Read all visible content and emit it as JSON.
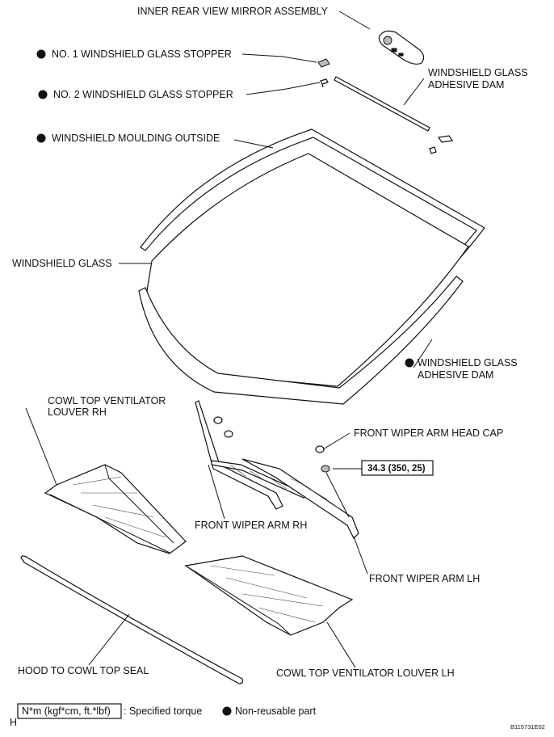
{
  "labels": {
    "mirror": "INNER REAR VIEW MIRROR ASSEMBLY",
    "stopper1": "NO. 1 WINDSHIELD GLASS STOPPER",
    "stopper2": "NO. 2 WINDSHIELD GLASS STOPPER",
    "dam_top_1": "WINDSHIELD GLASS",
    "dam_top_2": "ADHESIVE DAM",
    "moulding": "WINDSHIELD MOULDING OUTSIDE",
    "glass": "WINDSHIELD GLASS",
    "dam_bot_1": "WINDSHIELD GLASS",
    "dam_bot_2": "ADHESIVE DAM",
    "louver_rh_1": "COWL TOP VENTILATOR",
    "louver_rh_2": "LOUVER RH",
    "head_cap": "FRONT WIPER ARM HEAD CAP",
    "torque": "34.3 (350, 25)",
    "arm_rh": "FRONT WIPER ARM RH",
    "arm_lh": "FRONT WIPER ARM LH",
    "hood_seal": "HOOD TO COWL TOP SEAL",
    "louver_lh": "COWL TOP VENTILATOR LOUVER LH"
  },
  "legend": {
    "torque_unit": "N*m (kgf*cm, ft.*lbf)",
    "torque_text": ": Specified torque",
    "nonreusable_text": "Non-reusable part"
  },
  "footer": {
    "left_code": "H",
    "figure_code": "B115731E02"
  }
}
